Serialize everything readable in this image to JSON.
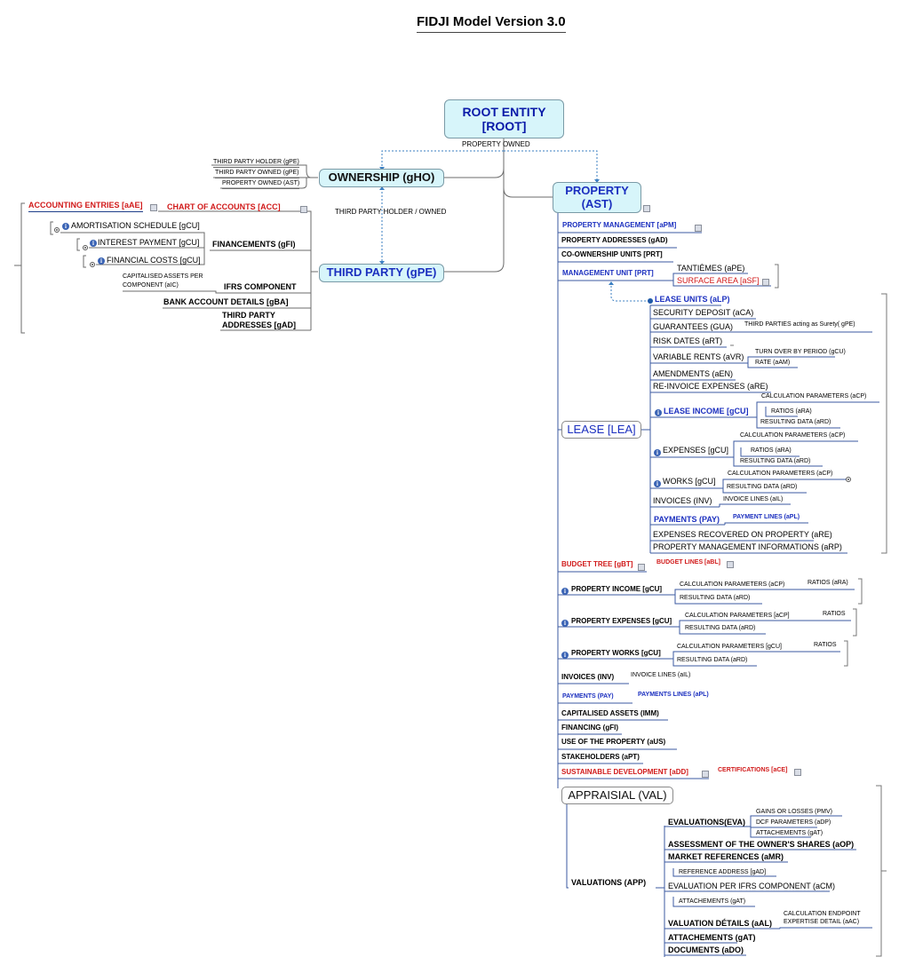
{
  "title": "FIDJI Model Version 3.0",
  "colors": {
    "box_fill": "#d7f5fa",
    "dark_blue_text": "#0a1aa8",
    "red_text": "#d11a1a",
    "line": "#1f3f8a"
  },
  "root": {
    "label1": "ROOT ENTITY",
    "label2": "[ROOT]",
    "property_owned": "PROPERTY OWNED"
  },
  "ownership": {
    "label": "OWNERSHIP (gHO)",
    "items": [
      "THIRD PARTY HOLDER (gPE)",
      "THIRD PARTY OWNED (gPE)",
      "PROPERTY OWNED (AST)"
    ]
  },
  "third_party": {
    "label": "THIRD PARTY (gPE)",
    "holder_owned": "THIRD PARTY  HOLDER / OWNED",
    "accounting_entries": "ACCOUNTING ENTRIES [aAE]",
    "chart_of_accounts": "CHART OF ACCOUNTS [ACC]",
    "amortisation": "AMORTISATION SCHEDULE [gCU]",
    "interest": "INTEREST PAYMENT [gCU]",
    "financial_costs": "FINANCIAL COSTS [gCU]",
    "financements": "FINANCEMENTS (gFI)",
    "capitalised_1": "CAPITALISED ASSETS PER",
    "capitalised_2": "COMPONENT (aIC)",
    "ifrs": "IFRS COMPONENT",
    "bank": "BANK ACCOUNT DETAILS [gBA]",
    "addresses_1": "THIRD PARTY",
    "addresses_2": "ADDRESSES [gAD]"
  },
  "property": {
    "label1": "PROPERTY",
    "label2": "(AST)",
    "management": "PROPERTY  MANAGEMENT [aPM]",
    "addresses": "PROPERTY ADDRESSES  (gAD)",
    "coownership": "CO-OWNERSHIP UNITS [PRT]",
    "management_unit": "MANAGEMENT UNIT [PRT]",
    "tantiemes": "TANTIÈMES (aPE)",
    "surface": "SURFACE AREA [aSF]",
    "lease_units": "LEASE UNITS (aLP)",
    "lease": "LEASE [LEA]",
    "lease_items": {
      "security": "SECURITY DEPOSIT (aCA)",
      "guarantees": "GUARANTEES (GUA)",
      "third_parties_surety": "THIRD PARTIES acting as Surety( gPE)",
      "risk": "RISK DATES  (aRT)",
      "variable": "VARIABLE RENTS (aVR)",
      "turnover": "TURN OVER BY PERIOD (gCU)",
      "rate": "RATE (aAM)",
      "amendments": "AMENDMENTS (aEN)",
      "reinvoice": "RE-INVOICE EXPENSES (aRE)",
      "lease_income": "LEASE INCOME [gCU]",
      "li_calc": "CALCULATION PARAMETERS (aCP)",
      "li_ratios": "RATIOS (aRA)",
      "li_result": "RESULTING DATA (aRD)",
      "expenses": "EXPENSES [gCU]",
      "ex_calc": "CALCULATION PARAMETERS (aCP)",
      "ex_ratios": "RATIOS (aRA)",
      "ex_result": "RESULTING DATA  (aRD)",
      "works": "WORKS [gCU]",
      "wo_calc": "CALCULATION PARAMETERS (aCP)",
      "wo_result": "RESULTING DATA (aRD)",
      "invoices": "INVOICES (INV)",
      "invoice_lines": "INVOICE LINES (aIL)",
      "payments": "PAYMENTS (PAY)",
      "payment_lines": "PAYMENT LINES (aPL)",
      "expenses_recovered": "EXPENSES RECOVERED ON PROPERTY (aRE)",
      "pm_info": "PROPERTY MANAGEMENT INFORMATIONS  (aRP)"
    },
    "budget_tree": "BUDGET TREE [gBT]",
    "budget_lines": "BUDGET LINES [aBL]",
    "prop_income": "PROPERTY INCOME [gCU]",
    "pi_calc": "CALCULATION PARAMETERS (aCP)",
    "pi_ratios": "RATIOS (aRA)",
    "pi_result": "RESULTING DATA (aRD)",
    "prop_expenses": "PROPERTY EXPENSES [gCU]",
    "pe_calc": "CALCULATION PARAMETERS [aCP]",
    "pe_ratios": "RATIOS",
    "pe_result": "RESULTING DATA (aRD)",
    "prop_works": "PROPERTY WORKS [gCU]",
    "pw_calc": "CALCULATION PARAMETERS [gCU]",
    "pw_ratios": "RATIOS",
    "pw_result": "RESULTING DATA (aRD)",
    "invoices": "INVOICES (INV)",
    "invoice_lines": "INVOICE LINES (aIL)",
    "payments": "PAYMENTS (PAY)",
    "payment_lines": "PAYMENTS LINES (aPL)",
    "capitalised": "CAPITALISED ASSETS (IMM)",
    "financing": "FINANCING (gFI)",
    "use": "USE OF THE PROPERTY (aUS)",
    "stakeholders": "STAKEHOLDERS (aPT)",
    "sustainable": "SUSTAINABLE DEVELOPMENT [aDD]",
    "certifications": "CERTIFICATIONS [aCE]"
  },
  "appraisal": {
    "label": "APPRAISIAL (VAL)",
    "valuations": "VALUATIONS (APP)",
    "evaluations": "EVALUATIONS(EVA)",
    "gains": "GAINS OR LOSSES (PMV)",
    "dcf": "DCF PARAMETERS (aDP)",
    "attachements_1": "ATTACHEMENTS (gAT)",
    "assessment": "ASSESSMENT OF THE OWNER'S SHARES (aOP)",
    "market": "MARKET REFERENCES (aMR)",
    "reference_address": "REFERENCE ADDRESS [gAD]",
    "ifrs": "EVALUATION PER IFRS COMPONENT (aCM)",
    "attachements_2": "ATTACHEMENTS (gAT)",
    "valuation_details": "VALUATION DÉTAILS (aAL)",
    "endpoint_1": "CALCULATION ENDPOINT",
    "endpoint_2": "EXPERTISE DETAIL (aAC)",
    "attachements_3": "ATTACHEMENTS (gAT)",
    "documents": "DOCUMENTS (aDO)"
  }
}
